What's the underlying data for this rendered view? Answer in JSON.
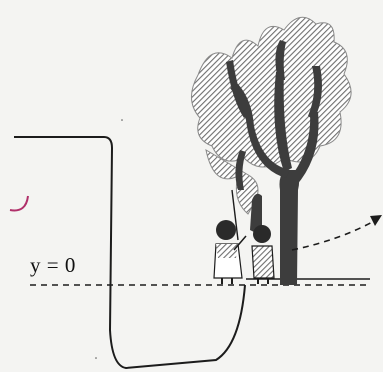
{
  "figure": {
    "baseline_label": "y = 0",
    "colors": {
      "ink": "#1c1c1c",
      "tree_dark": "#3d3d3d",
      "foliage_hatch": "#7a7a7a",
      "arc": "#b0306a",
      "paper": "#f4f4f2"
    },
    "icons": [
      "cliff-outline",
      "tree",
      "hatched-foliage",
      "two-figures",
      "trajectory-arrow"
    ]
  }
}
